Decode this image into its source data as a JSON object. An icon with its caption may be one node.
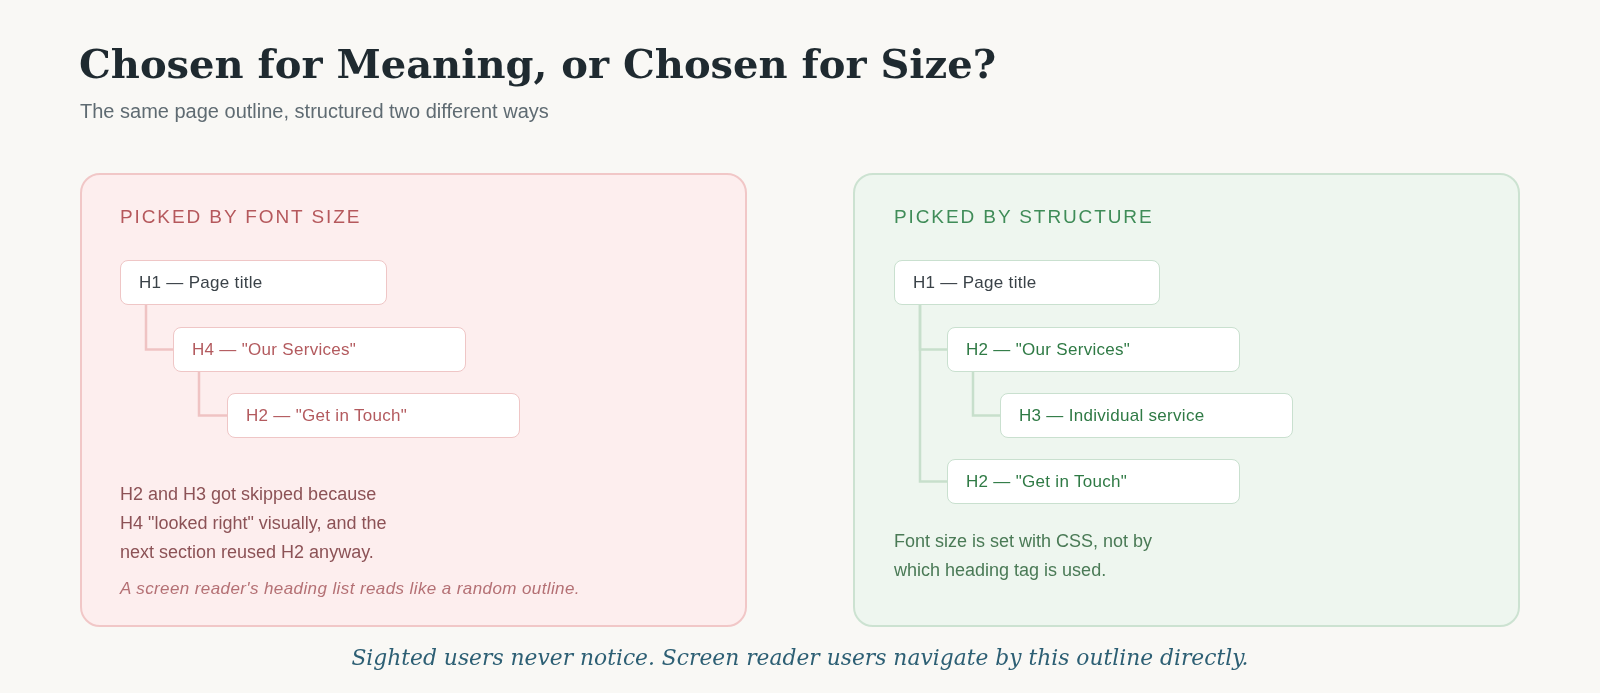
{
  "diagram": {
    "title": "Chosen for Meaning, or Chosen for Size?",
    "caption": "Sighted users never notice. Screen reader users navigate by this outline directly.",
    "labels": [
      "The same page outline, structured two different ways"
    ],
    "nodes": [
      {
        "text": [
          "PICKED BY FONT SIZE",
          "H2 and H3 got skipped because H4 \"looked right\" visually, and the next section reused H2 anyway.",
          "A screen reader's heading list reads like a random outline."
        ]
      },
      {
        "text": [
          "H1 — Page title"
        ],
        "in": 0
      },
      {
        "text": [
          "H4 — \"Our Services\""
        ],
        "in": 0
      },
      {
        "text": [
          "H2 — \"Get in Touch\""
        ],
        "in": 0
      },
      {
        "text": [
          "PICKED BY STRUCTURE",
          "Font size is set with CSS, not by which heading tag is used."
        ]
      },
      {
        "text": [
          "H1 — Page title"
        ],
        "in": 4
      },
      {
        "text": [
          "H2 — \"Our Services\""
        ],
        "in": 4
      },
      {
        "text": [
          "H3 — Individual service"
        ],
        "in": 4
      },
      {
        "text": [
          "H2 — \"Get in Touch\""
        ],
        "in": 4
      }
    ],
    "edges": [
      {
        "from": 1,
        "to": 2,
        "arrow": "none",
        "color": "#efc3c3"
      },
      {
        "from": 2,
        "to": 3,
        "arrow": "none",
        "color": "#efc3c3"
      },
      {
        "from": 5,
        "to": 6,
        "arrow": "none"
      },
      {
        "from": 6,
        "to": 7,
        "arrow": "none"
      },
      {
        "from": 5,
        "to": 8,
        "arrow": "none"
      }
    ]
  }
}
